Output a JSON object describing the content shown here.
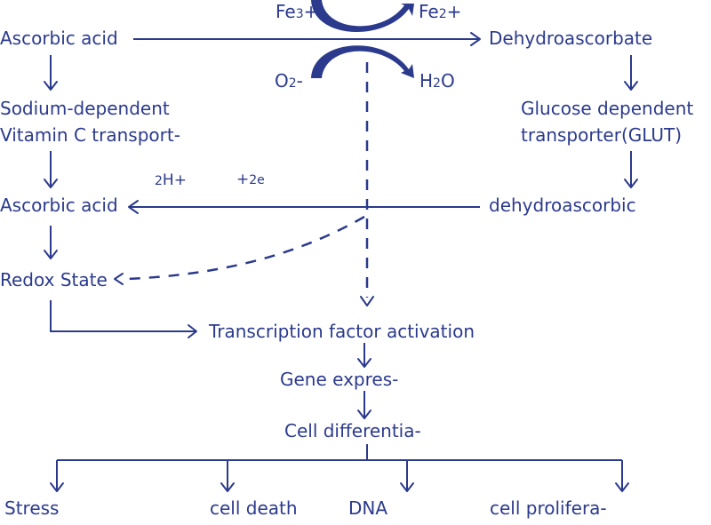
{
  "nodes": {
    "ascorbic_acid_top": "Ascorbic acid",
    "dehydroascorbate": "Dehydroascorbate",
    "sodium_line1": "Sodium-dependent",
    "sodium_line2": "Vitamin C transport-",
    "glucose_line1": "Glucose dependent",
    "glucose_line2": "transporter(GLUT)",
    "ascorbic_acid_mid": "Ascorbic acid",
    "dehydroascorbic": "dehydroascorbic",
    "redox_state": "Redox State",
    "transcription": "Transcription factor activation",
    "gene_expression": "Gene expres-",
    "cell_differentiation": "Cell differentia-",
    "stress": "Stress",
    "cell_death": "cell death",
    "dna": "DNA",
    "cell_proliferation": "cell prolifera-"
  },
  "reactants": {
    "fe3_base": "Fe",
    "fe3_sub": "3",
    "fe3_sup": "+",
    "fe2_base": "Fe",
    "fe2_sub": "2",
    "fe2_sup": "+",
    "o2_base": "O",
    "o2_sub": "2",
    "o2_sup": "-",
    "h2o_base": "H",
    "h2o_sub": "2",
    "h2o_rest": "O",
    "two_h_pre": "2",
    "two_h_rest": "H+",
    "two_e_pre": "+",
    "two_e_rest": "2e"
  },
  "colors": {
    "stroke": "#2b3a8c",
    "text": "#2b3a8c",
    "background": "#ffffff"
  }
}
